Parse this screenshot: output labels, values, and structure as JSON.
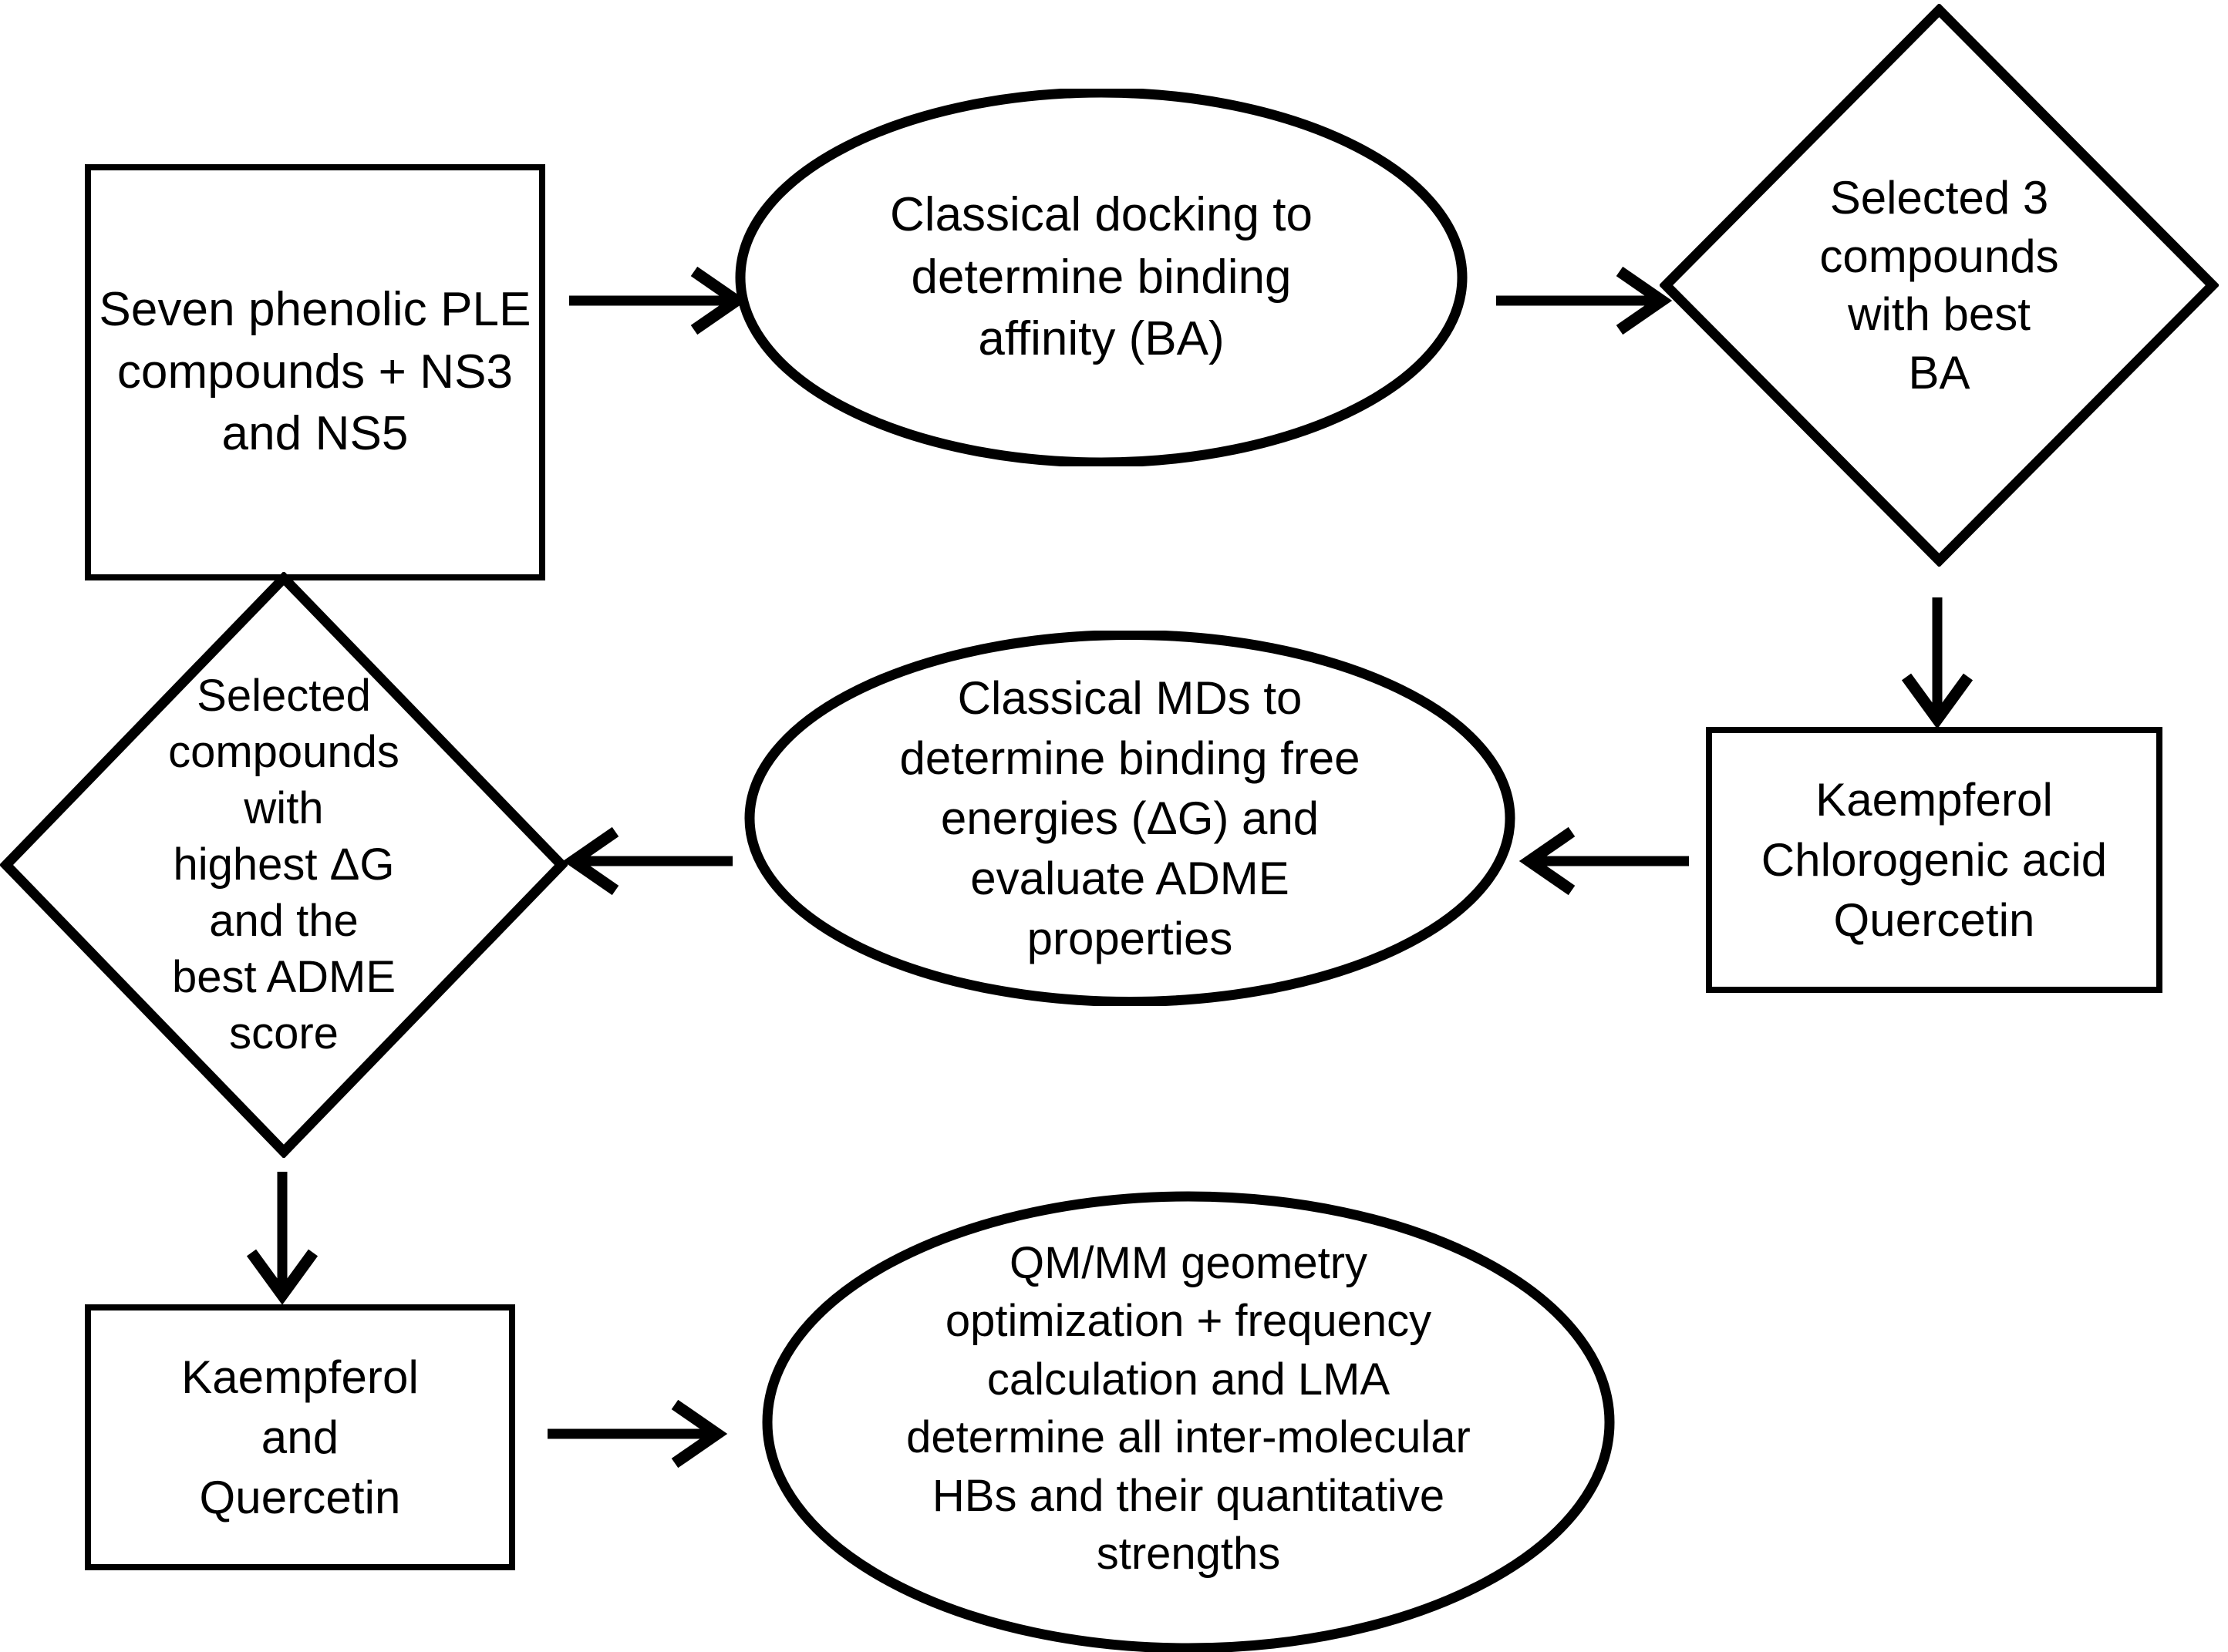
{
  "diagram": {
    "type": "flowchart",
    "title": "",
    "background_color": "#ffffff",
    "stroke_color": "#000000",
    "nodes": [
      {
        "id": "n1",
        "shape": "rectangle",
        "text": "Seven phenolic PLE\ncompounds + NS3\nand NS5"
      },
      {
        "id": "n2",
        "shape": "ellipse",
        "text": "Classical docking to\ndetermine binding\naffinity (BA)"
      },
      {
        "id": "n3",
        "shape": "diamond",
        "text": "Selected 3\ncompounds\nwith best\nBA"
      },
      {
        "id": "n4",
        "shape": "rectangle",
        "text": "Kaempferol\nChlorogenic acid\nQuercetin"
      },
      {
        "id": "n5",
        "shape": "ellipse",
        "text": "Classical MDs to\ndetermine binding free\nenergies (ΔG) and\nevaluate ADME\nproperties"
      },
      {
        "id": "n6",
        "shape": "diamond",
        "text": "Selected\ncompounds\nwith\nhighest ΔG\nand the\nbest ADME\nscore"
      },
      {
        "id": "n7",
        "shape": "rectangle",
        "text": "Kaempferol\nand\nQuercetin"
      },
      {
        "id": "n8",
        "shape": "ellipse",
        "text": "QM/MM geometry\noptimization + frequency\ncalculation and LMA\ndetermine all inter-molecular\nHBs and their quantitative\nstrengths"
      }
    ],
    "edges": [
      {
        "id": "e1",
        "from": "n1",
        "to": "n2",
        "direction": "right"
      },
      {
        "id": "e2",
        "from": "n2",
        "to": "n3",
        "direction": "right"
      },
      {
        "id": "e3",
        "from": "n3",
        "to": "n4",
        "direction": "down"
      },
      {
        "id": "e4",
        "from": "n4",
        "to": "n5",
        "direction": "left"
      },
      {
        "id": "e5",
        "from": "n5",
        "to": "n6",
        "direction": "left"
      },
      {
        "id": "e6",
        "from": "n6",
        "to": "n7",
        "direction": "down"
      },
      {
        "id": "e7",
        "from": "n7",
        "to": "n8",
        "direction": "right"
      }
    ]
  }
}
